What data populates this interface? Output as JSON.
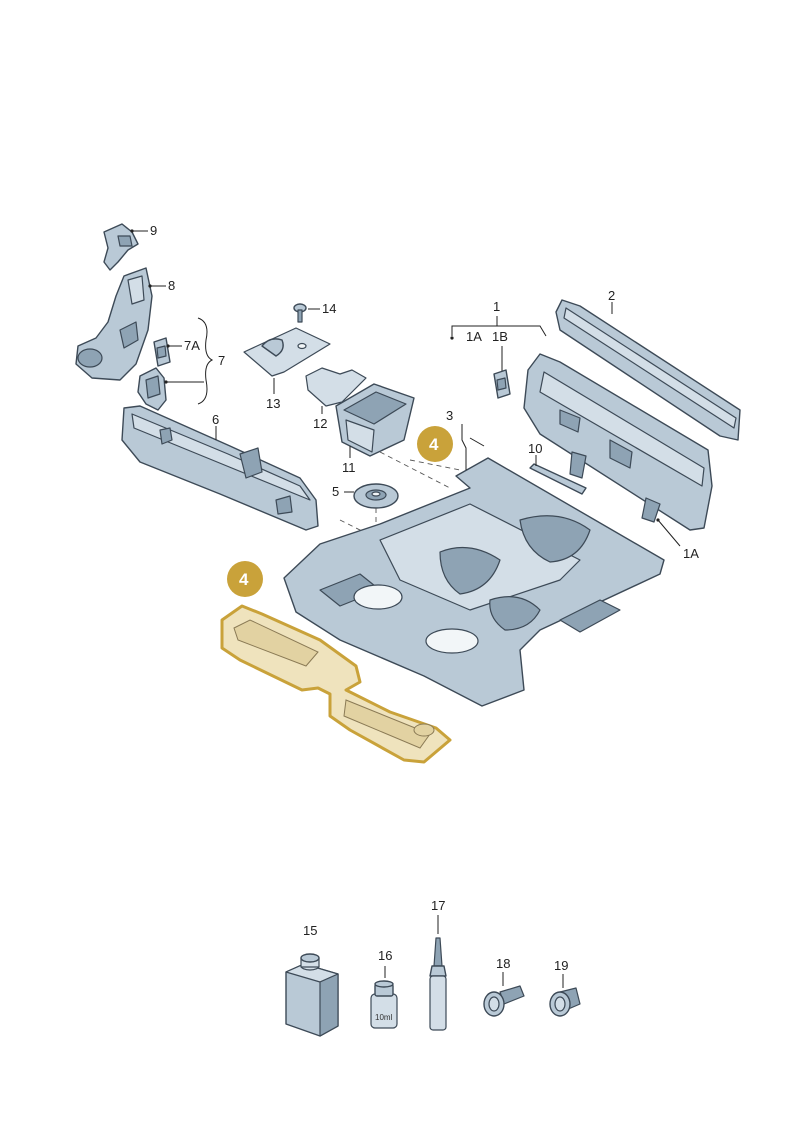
{
  "callouts": {
    "c1": "1",
    "c1A_top": "1A",
    "c1B": "1B",
    "c1A_right": "1A",
    "c2": "2",
    "c3": "3",
    "c5": "5",
    "c6": "6",
    "c7": "7",
    "c7A": "7A",
    "c8": "8",
    "c9": "9",
    "c10": "10",
    "c11": "11",
    "c12": "12",
    "c13": "13",
    "c14": "14",
    "c15": "15",
    "c16": "16",
    "c17": "17",
    "c18": "18",
    "c19": "19"
  },
  "highlight": {
    "badge_upper": "4",
    "badge_lower": "4",
    "color": "#c9a23a"
  },
  "bottle_label": "10ml",
  "colors": {
    "part_fill": "#b9c9d6",
    "part_outline": "#3d4a57",
    "highlight_fill": "#efe3bd",
    "highlight_outline": "#c9a23a"
  }
}
